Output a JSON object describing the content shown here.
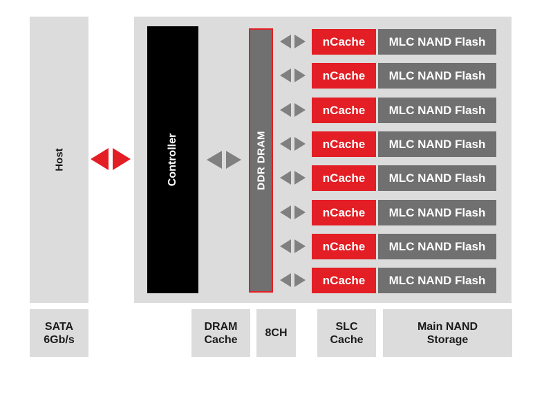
{
  "host": {
    "label": "Host"
  },
  "controller": {
    "label": "Controller"
  },
  "dram": {
    "label": "DDR DRAM"
  },
  "channels": [
    {
      "cache_label": "nCache",
      "flash_label": "MLC NAND Flash"
    },
    {
      "cache_label": "nCache",
      "flash_label": "MLC NAND Flash"
    },
    {
      "cache_label": "nCache",
      "flash_label": "MLC NAND Flash"
    },
    {
      "cache_label": "nCache",
      "flash_label": "MLC NAND Flash"
    },
    {
      "cache_label": "nCache",
      "flash_label": "MLC NAND Flash"
    },
    {
      "cache_label": "nCache",
      "flash_label": "MLC NAND Flash"
    },
    {
      "cache_label": "nCache",
      "flash_label": "MLC NAND Flash"
    },
    {
      "cache_label": "nCache",
      "flash_label": "MLC NAND Flash"
    }
  ],
  "footer": {
    "interface": "SATA\n6Gb/s",
    "dram_cache": "DRAM\nCache",
    "channels": "8CH",
    "slc_cache": "SLC\nCache",
    "main_storage": "Main NAND\nStorage"
  },
  "colors": {
    "accent_red": "#e31e24",
    "flash_gray": "#707070",
    "panel_gray": "#dcdcdc",
    "arrow_gray": "#808080",
    "controller_black": "#000000"
  }
}
